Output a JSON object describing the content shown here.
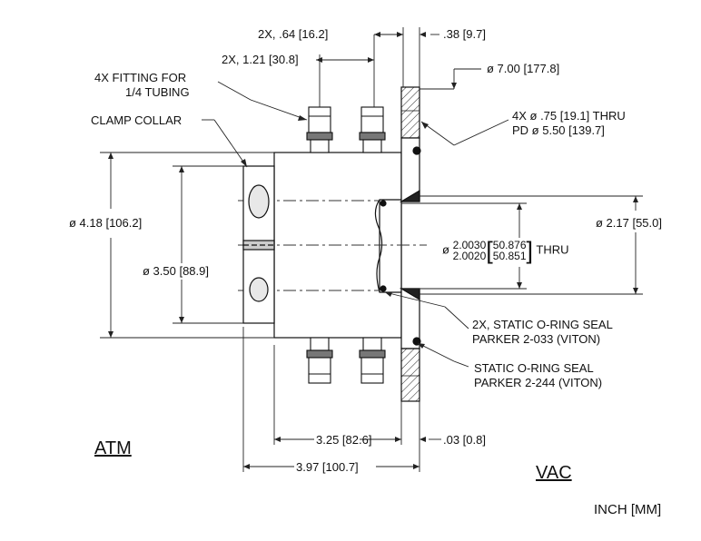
{
  "dimensions": {
    "fitting_spacing": "2X, .64 [16.2]",
    "flange_thickness": ".38 [9.7]",
    "fitting_offset": "2X, 1.21 [30.8]",
    "flange_od": "ø 7.00 [177.8]",
    "bolt_holes_line1": "4X ø .75 [19.1] THRU",
    "bolt_holes_line2": "PD ø 5.50 [139.7]",
    "body_od": "ø 4.18 [106.2]",
    "collar_dia": "ø 3.50 [88.9]",
    "bore_dia": "ø 2.17 [55.0]",
    "thru_prefix": "ø",
    "thru_upper_in": "2.0030",
    "thru_lower_in": "2.0020",
    "thru_upper_mm": "50.876",
    "thru_lower_mm": "50.851",
    "thru_suffix": "THRU",
    "body_length": "3.25 [82.6]",
    "face_offset": ".03 [0.8]",
    "overall_length": "3.97 [100.7]"
  },
  "callouts": {
    "fitting_line1": "4X FITTING FOR",
    "fitting_line2": "1/4 TUBING",
    "clamp_collar": "CLAMP COLLAR",
    "oring_small_line1": "2X, STATIC O-RING SEAL",
    "oring_small_line2": "PARKER 2-033 (VITON)",
    "oring_large_line1": "STATIC O-RING SEAL",
    "oring_large_line2": "PARKER 2-244 (VITON)"
  },
  "sides": {
    "atm": "ATM",
    "vac": "VAC"
  },
  "units_note": "INCH [MM]"
}
